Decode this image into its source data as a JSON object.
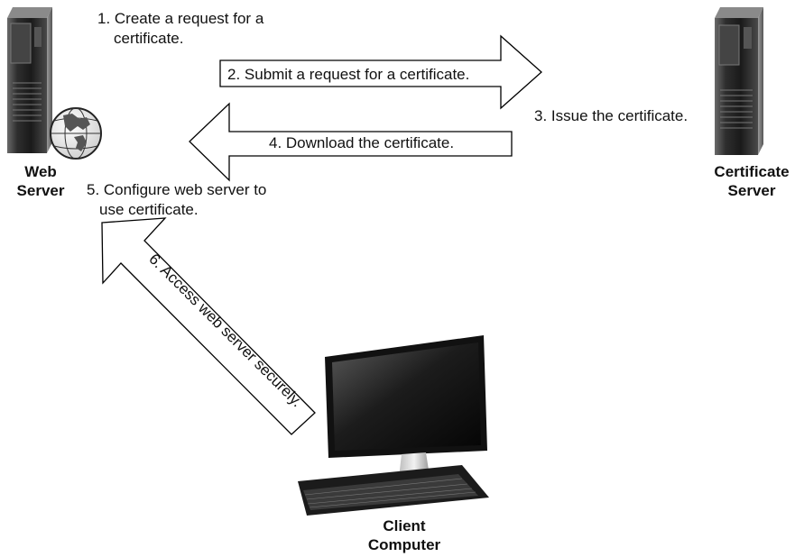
{
  "steps": {
    "step1": {
      "line1": "1. Create a request for a",
      "line2": "certificate."
    },
    "step2": "2. Submit a request for a certificate.",
    "step3": "3. Issue the certificate.",
    "step4": "4. Download the certificate.",
    "step5": {
      "line1": "5. Configure web server to",
      "line2": "use certificate."
    },
    "step6": "6. Access web server securely."
  },
  "nodes": {
    "web_server": {
      "line1": "Web",
      "line2": "Server"
    },
    "certificate_server": {
      "line1": "Certificate",
      "line2": "Server"
    },
    "client_computer": {
      "line1": "Client",
      "line2": "Computer"
    }
  },
  "icons": {
    "web_server": "server-tower-with-globe-icon",
    "certificate_server": "server-tower-icon",
    "client_computer": "desktop-monitor-keyboard-icon"
  }
}
